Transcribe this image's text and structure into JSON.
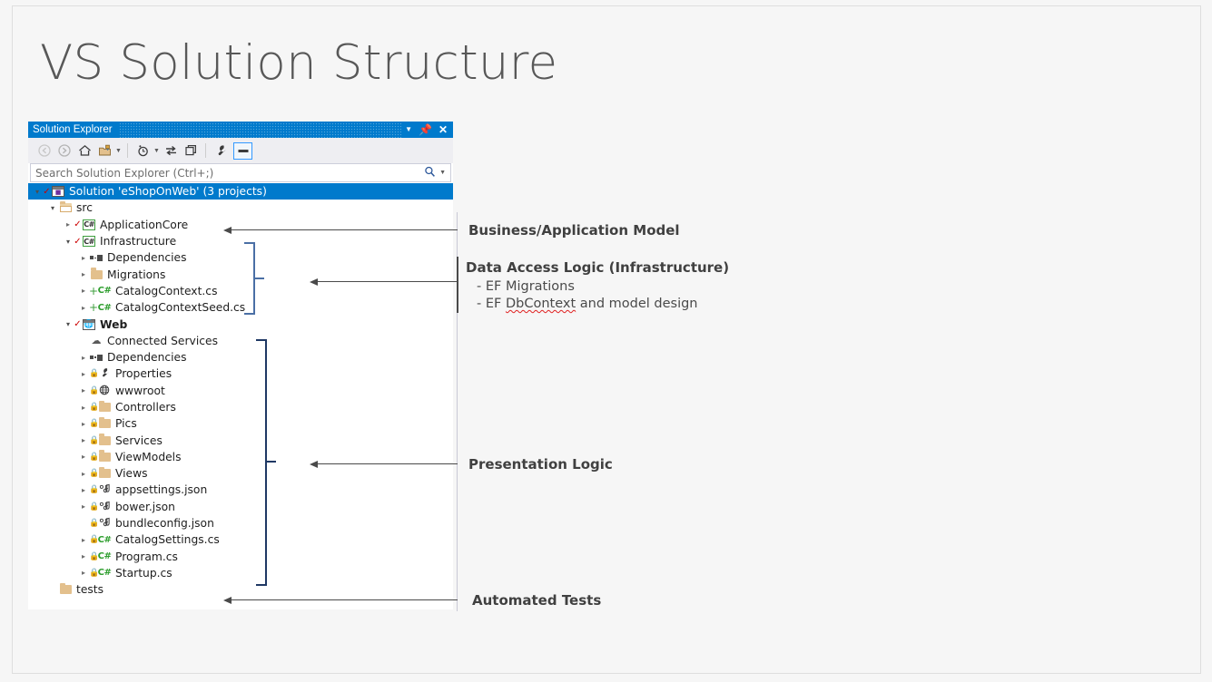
{
  "slide": {
    "title": "VS Solution Structure",
    "background_color": "#f6f6f6"
  },
  "solution_explorer": {
    "window_title": "Solution Explorer",
    "title_bar_buttons": [
      {
        "name": "dropdown-caret",
        "glyph": "▾"
      },
      {
        "name": "pin",
        "glyph": "⚲"
      },
      {
        "name": "close",
        "glyph": "✕"
      }
    ],
    "accent_color": "#007acc",
    "toolbar": [
      {
        "name": "back-button",
        "glyph": "◄",
        "state": "disabled"
      },
      {
        "name": "forward-button",
        "glyph": "►",
        "state": "disabled"
      },
      {
        "name": "home-button",
        "glyph": "⌂",
        "state": "enabled"
      },
      {
        "name": "sync-with-active-document-button",
        "glyph": "folder-sync",
        "state": "enabled"
      },
      {
        "name": "sync-dropdown-caret",
        "glyph": "▾",
        "state": "enabled"
      },
      {
        "name": "pending-changes-filter-button",
        "glyph": "◔",
        "state": "enabled"
      },
      {
        "name": "filter-dropdown-caret",
        "glyph": "▾",
        "state": "enabled"
      },
      {
        "name": "refresh-button",
        "glyph": "⇆",
        "state": "enabled"
      },
      {
        "name": "collapse-all-button",
        "glyph": "❐",
        "state": "enabled"
      },
      {
        "name": "properties-button",
        "glyph": "🔧",
        "state": "enabled"
      },
      {
        "name": "preview-selected-items-button",
        "glyph": "▬",
        "state": "selected"
      }
    ],
    "search": {
      "placeholder": "Search Solution Explorer (Ctrl+;)",
      "value": "",
      "icon": "search-icon",
      "dropdown": "▾"
    },
    "tree": [
      {
        "id": "solution",
        "label": "Solution 'eShopOnWeb' (3 projects)",
        "indent": 0,
        "expander": "open",
        "icon": "solution-icon",
        "checked": true,
        "selected": true,
        "bold": false
      },
      {
        "id": "src",
        "label": "src",
        "indent": 1,
        "expander": "open",
        "icon": "folder-open-icon",
        "checked": false,
        "selected": false,
        "bold": false
      },
      {
        "id": "applicationcore",
        "label": "ApplicationCore",
        "indent": 2,
        "expander": "closed",
        "icon": "csharp-project-icon",
        "checked": true,
        "selected": false,
        "bold": false
      },
      {
        "id": "infrastructure",
        "label": "Infrastructure",
        "indent": 2,
        "expander": "open",
        "icon": "csharp-project-icon",
        "checked": true,
        "selected": false,
        "bold": false
      },
      {
        "id": "infra-dependencies",
        "label": "Dependencies",
        "indent": 3,
        "expander": "closed",
        "icon": "dependencies-icon",
        "checked": false,
        "selected": false,
        "bold": false
      },
      {
        "id": "infra-migrations",
        "label": "Migrations",
        "indent": 3,
        "expander": "closed",
        "icon": "folder-icon",
        "checked": false,
        "selected": false,
        "bold": false
      },
      {
        "id": "catalogcontext",
        "label": "CatalogContext.cs",
        "indent": 3,
        "expander": "closed",
        "icon": "csharp-file-icon",
        "plus": true,
        "checked": false,
        "selected": false,
        "bold": false
      },
      {
        "id": "catalogcontextseed",
        "label": "CatalogContextSeed.cs",
        "indent": 3,
        "expander": "closed",
        "icon": "csharp-file-icon",
        "plus": true,
        "checked": false,
        "selected": false,
        "bold": false
      },
      {
        "id": "web",
        "label": "Web",
        "indent": 2,
        "expander": "open",
        "icon": "web-project-icon",
        "checked": true,
        "selected": false,
        "bold": true
      },
      {
        "id": "connected-services",
        "label": "Connected Services",
        "indent": 3,
        "expander": "none",
        "icon": "cloud-icon",
        "checked": false,
        "selected": false,
        "bold": false
      },
      {
        "id": "web-dependencies",
        "label": "Dependencies",
        "indent": 3,
        "expander": "closed",
        "icon": "dependencies-icon",
        "checked": false,
        "selected": false,
        "bold": false
      },
      {
        "id": "properties",
        "label": "Properties",
        "indent": 3,
        "expander": "closed",
        "icon": "wrench-icon",
        "lock": true,
        "checked": false,
        "selected": false,
        "bold": false
      },
      {
        "id": "wwwroot",
        "label": "wwwroot",
        "indent": 3,
        "expander": "closed",
        "icon": "globe-icon",
        "lock": true,
        "checked": false,
        "selected": false,
        "bold": false
      },
      {
        "id": "controllers",
        "label": "Controllers",
        "indent": 3,
        "expander": "closed",
        "icon": "folder-icon",
        "lock": true,
        "checked": false,
        "selected": false,
        "bold": false
      },
      {
        "id": "pics",
        "label": "Pics",
        "indent": 3,
        "expander": "closed",
        "icon": "folder-icon",
        "lock": true,
        "checked": false,
        "selected": false,
        "bold": false
      },
      {
        "id": "services",
        "label": "Services",
        "indent": 3,
        "expander": "closed",
        "icon": "folder-icon",
        "lock": true,
        "checked": false,
        "selected": false,
        "bold": false
      },
      {
        "id": "viewmodels",
        "label": "ViewModels",
        "indent": 3,
        "expander": "closed",
        "icon": "folder-icon",
        "lock": true,
        "checked": false,
        "selected": false,
        "bold": false
      },
      {
        "id": "views",
        "label": "Views",
        "indent": 3,
        "expander": "closed",
        "icon": "folder-icon",
        "lock": true,
        "checked": false,
        "selected": false,
        "bold": false
      },
      {
        "id": "appsettings",
        "label": "appsettings.json",
        "indent": 3,
        "expander": "closed",
        "icon": "json-file-icon",
        "lock": true,
        "checked": false,
        "selected": false,
        "bold": false
      },
      {
        "id": "bowerjson",
        "label": "bower.json",
        "indent": 3,
        "expander": "closed",
        "icon": "json-file-icon",
        "lock": true,
        "checked": false,
        "selected": false,
        "bold": false
      },
      {
        "id": "bundleconfig",
        "label": "bundleconfig.json",
        "indent": 3,
        "expander": "none",
        "icon": "json-file-icon",
        "lock": true,
        "checked": false,
        "selected": false,
        "bold": false
      },
      {
        "id": "catalogsettings",
        "label": "CatalogSettings.cs",
        "indent": 3,
        "expander": "closed",
        "icon": "csharp-file-icon",
        "lock": true,
        "checked": false,
        "selected": false,
        "bold": false
      },
      {
        "id": "programcs",
        "label": "Program.cs",
        "indent": 3,
        "expander": "closed",
        "icon": "csharp-file-icon",
        "lock": true,
        "checked": false,
        "selected": false,
        "bold": false
      },
      {
        "id": "startupcs",
        "label": "Startup.cs",
        "indent": 3,
        "expander": "closed",
        "icon": "csharp-file-icon",
        "lock": true,
        "checked": false,
        "selected": false,
        "bold": false
      },
      {
        "id": "tests",
        "label": "tests",
        "indent": 1,
        "expander": "none",
        "icon": "folder-icon",
        "checked": false,
        "selected": false,
        "bold": false
      }
    ]
  },
  "annotations": [
    {
      "id": "business",
      "title": "Business/Application Model",
      "lines": []
    },
    {
      "id": "data-access",
      "title": "Data Access Logic (Infrastructure)",
      "lines": [
        {
          "prefix": "-  EF ",
          "plain": "Migrations",
          "misspelled": "",
          "suffix": ""
        },
        {
          "prefix": "-  EF ",
          "plain": "",
          "misspelled": "DbContext",
          "suffix": " and model design"
        }
      ]
    },
    {
      "id": "presentation",
      "title": "Presentation Logic",
      "lines": []
    },
    {
      "id": "tests",
      "title": "Automated Tests",
      "lines": []
    }
  ]
}
